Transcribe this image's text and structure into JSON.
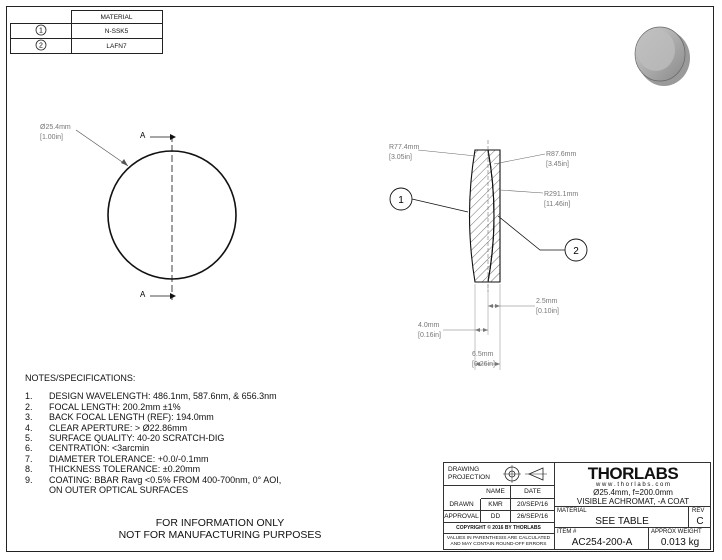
{
  "material_table": {
    "header": "MATERIAL",
    "rows": [
      {
        "num": "1",
        "material": "N-SSK5"
      },
      {
        "num": "2",
        "material": "LAFN7"
      }
    ]
  },
  "front_view": {
    "diameter_label": "Ø25.4mm",
    "diameter_inch": "[1.00in]",
    "section_label_top": "A",
    "section_label_bottom": "A"
  },
  "side_view": {
    "r1_label": "R77.4mm",
    "r1_inch": "[3.05in]",
    "r2_label": "R87.6mm",
    "r2_inch": "[3.45in]",
    "r3_label": "R291.1mm",
    "r3_inch": "[11.46in]",
    "t2_label": "2.5mm",
    "t2_inch": "[0.10in]",
    "t1_label": "4.0mm",
    "t1_inch": "[0.16in]",
    "total_label": "6.5mm",
    "total_inch": "[0.26in]",
    "balloon_1": "1",
    "balloon_2": "2"
  },
  "notes": {
    "header": "NOTES/SPECIFICATIONS:",
    "items": [
      {
        "num": "1.",
        "text": "DESIGN WAVELENGTH: 486.1nm, 587.6nm, & 656.3nm"
      },
      {
        "num": "2.",
        "text": "FOCAL LENGTH: 200.2mm ±1%"
      },
      {
        "num": "3.",
        "text": "BACK FOCAL LENGTH (REF): 194.0mm"
      },
      {
        "num": "4.",
        "text": "CLEAR APERTURE: > Ø22.86mm"
      },
      {
        "num": "5.",
        "text": "SURFACE QUALITY: 40-20 SCRATCH-DIG"
      },
      {
        "num": "6.",
        "text": "CENTRATION: <3arcmin"
      },
      {
        "num": "7.",
        "text": "DIAMETER TOLERANCE: +0.0/-0.1mm"
      },
      {
        "num": "8.",
        "text": "THICKNESS TOLERANCE: ±0.20mm"
      },
      {
        "num": "9.",
        "text": "COATING: BBAR Ravg <0.5% FROM 400-700nm, 0° AOI,"
      },
      {
        "num": "",
        "text": "ON OUTER OPTICAL SURFACES"
      }
    ]
  },
  "disclaimer": {
    "line1": "FOR INFORMATION ONLY",
    "line2": "NOT FOR MANUFACTURING PURPOSES"
  },
  "title_block": {
    "drawing_projection": "DRAWING",
    "drawing_projection_2": "PROJECTION",
    "col_name": "NAME",
    "col_date": "DATE",
    "drawn_label": "DRAWN",
    "drawn_name": "KMR",
    "drawn_date": "20/SEP/16",
    "approval_label": "APPROVAL",
    "approval_name": "DD",
    "approval_date": "26/SEP/16",
    "copyright": "COPYRIGHT © 2016 BY THORLABS",
    "values_note_1": "VALUES IN PARENTHESIS ARE CALCULATED",
    "values_note_2": "AND MAY CONTAIN ROUND-OFF ERRORS",
    "brand": "THORLABS",
    "website": "w w w . t h o r l a b s . c o m",
    "desc_1": "Ø25.4mm, f=200.0mm",
    "desc_2": "VISIBLE ACHROMAT, -A COAT",
    "material_label": "MATERIAL",
    "material_value": "SEE TABLE",
    "rev_label": "REV",
    "rev_value": "C",
    "item_label": "ITEM #",
    "item_value": "AC254-200-A",
    "weight_label": "APPROX WEIGHT",
    "weight_value": "0.013 kg"
  }
}
